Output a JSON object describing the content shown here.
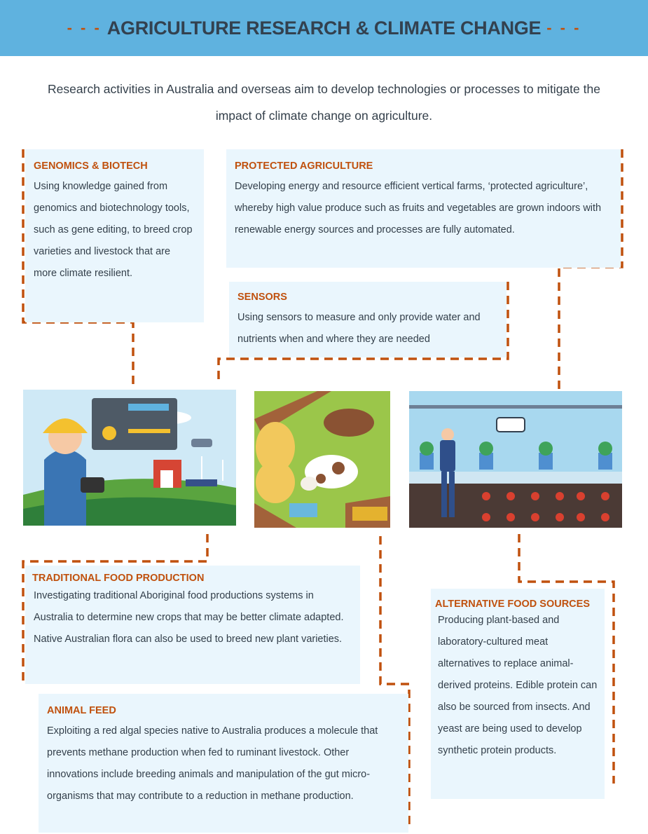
{
  "header": {
    "title": "AGRICULTURE RESEARCH & CLIMATE CHANGE",
    "dashes_left": "- - -",
    "dashes_right": "- - -"
  },
  "intro": "Research activities in Australia and overseas aim to develop technologies or processes to mitigate the impact of climate change on agriculture.",
  "colors": {
    "header_bg": "#5fb2df",
    "accent": "#c0510e",
    "box_bg": "#eaf6fd",
    "text": "#333f4a"
  },
  "sections": {
    "genomics": {
      "title": "GENOMICS & BIOTECH",
      "text": "Using knowledge gained from genomics and biotechnology tools, such as gene editing, to breed crop varieties and livestock that are more climate resilient."
    },
    "protected": {
      "title": "PROTECTED AGRICULTURE",
      "text": "Developing energy and resource efficient vertical farms, ‘protected agriculture’, whereby high value produce such as fruits and vegetables are grown indoors with renewable energy sources and processes are fully automated."
    },
    "sensors": {
      "title": "SENSORS",
      "text": "Using sensors to measure and only provide water and nutrients when and where they are needed"
    },
    "traditional": {
      "title": "TRADITIONAL FOOD PRODUCTION",
      "text": "Investigating traditional Aboriginal food productions systems in Australia to determine new crops that may be better climate adapted. Native Australian flora can also be used to breed new plant varieties."
    },
    "animal_feed": {
      "title": "ANIMAL FEED",
      "text": "Exploiting a red algal species native to Australia produces a molecule that prevents methane production when fed to ruminant livestock. Other innovations include breeding animals and manipulation of the gut micro-organisms that may contribute to a reduction in methane production."
    },
    "alternative": {
      "title": "ALTERNATIVE FOOD SOURCES",
      "text": "Producing plant-based and laboratory-cultured meat alternatives to replace animal-derived proteins.  Edible protein can also be sourced from insects. And yeast are being used to develop synthetic protein products."
    }
  }
}
